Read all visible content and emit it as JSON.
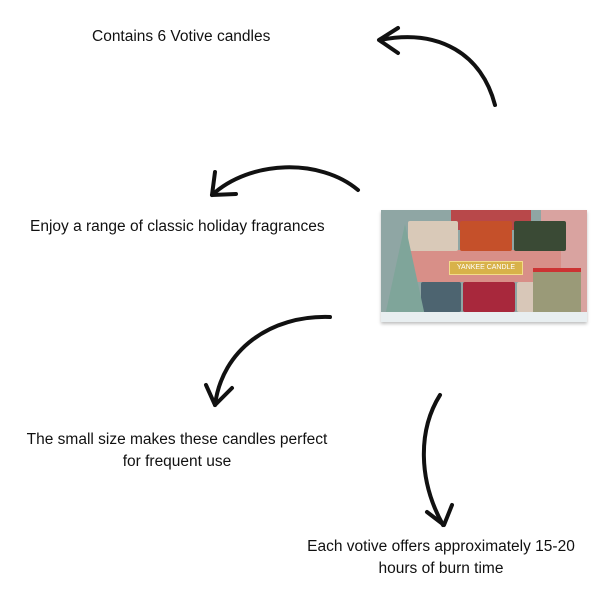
{
  "callouts": [
    {
      "text": "Contains 6 Votive candles"
    },
    {
      "text": "Enjoy a range of classic holiday fragrances"
    },
    {
      "lines": [
        "The small size makes these candles perfect",
        "for frequent use"
      ]
    },
    {
      "lines": [
        "Each votive offers approximately 15-20",
        "hours of burn time"
      ]
    }
  ],
  "product": {
    "brand_logo": "YANKEE CANDLE",
    "candle_colors": [
      "#d9c9b8",
      "#c5502a",
      "#3a4a35",
      "#4d6470",
      "#a8283c",
      "#d8c7b8"
    ]
  }
}
